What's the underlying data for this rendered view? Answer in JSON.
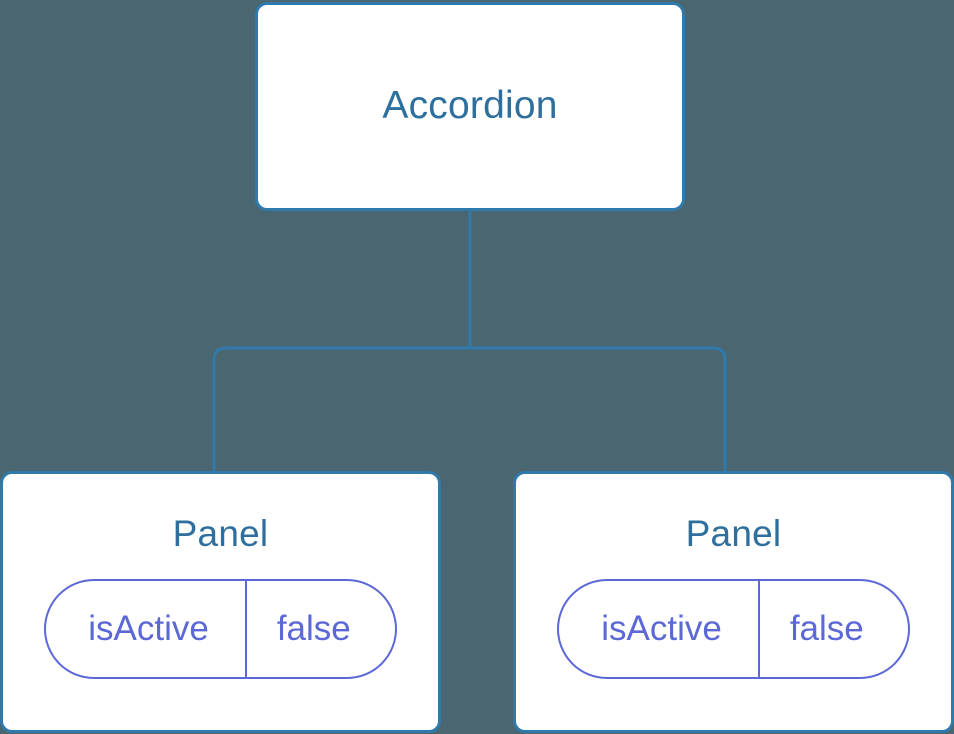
{
  "diagram": {
    "type": "component-tree",
    "background_color": "#4a6671",
    "node_border_color": "#2f79ab",
    "node_text_color": "#2e6f9e",
    "state_color": "#5b68d6",
    "edge_color": "#2f79ab"
  },
  "root": {
    "label": "Accordion"
  },
  "children": [
    {
      "label": "Panel",
      "state": {
        "key": "isActive",
        "value": "false"
      }
    },
    {
      "label": "Panel",
      "state": {
        "key": "isActive",
        "value": "false"
      }
    }
  ]
}
